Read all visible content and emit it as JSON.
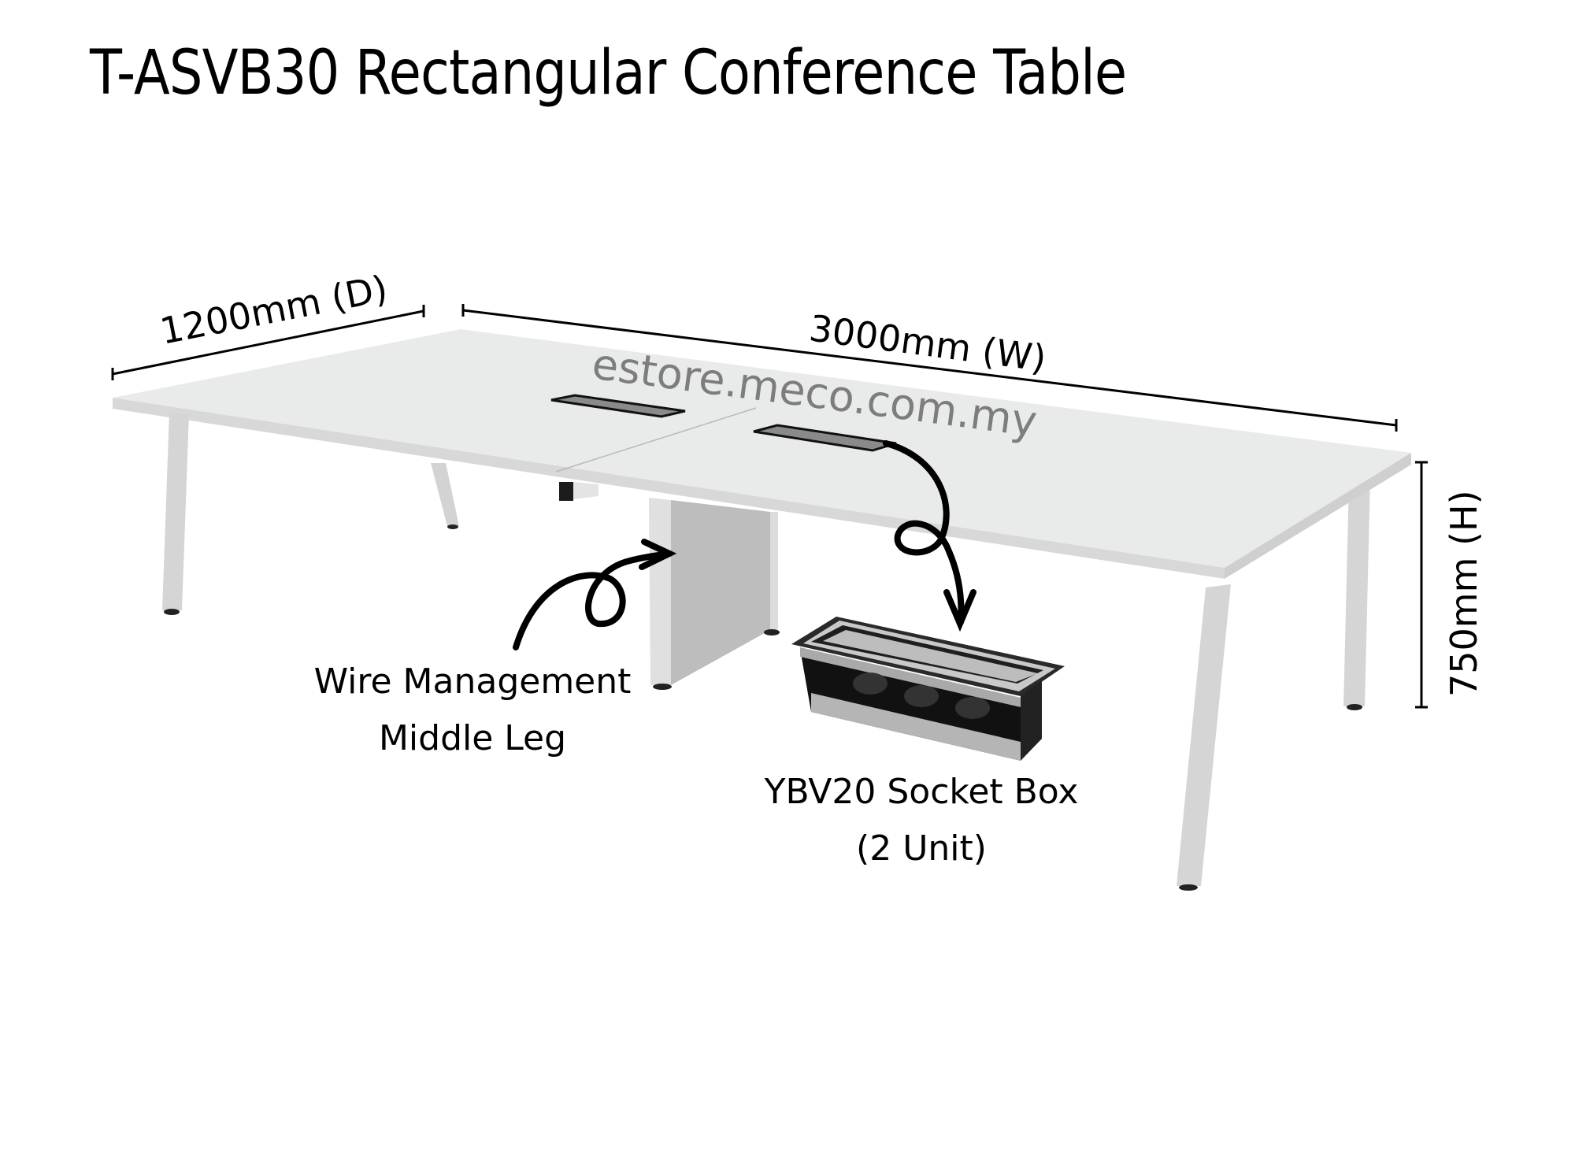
{
  "title": "T-ASVB30 Rectangular Conference Table",
  "watermark": "estore.meco.com.my",
  "dimensions": {
    "depth": "1200mm (D)",
    "width": "3000mm (W)",
    "height": "750mm (H)"
  },
  "callouts": {
    "middle_leg": {
      "line1": "Wire Management",
      "line2": "Middle Leg"
    },
    "socket_box": {
      "line1": "YBV20 Socket Box",
      "line2": "(2 Unit)"
    }
  },
  "colors": {
    "tabletop": "#e9ebea",
    "tabletop_edge": "#d8d8d8",
    "leg": "#d5d5d5",
    "middle_leg_panel": "#bdbdbd",
    "grommet": "#8a8a8a",
    "ink": "#000000",
    "watermark": "#7d7d7d"
  }
}
